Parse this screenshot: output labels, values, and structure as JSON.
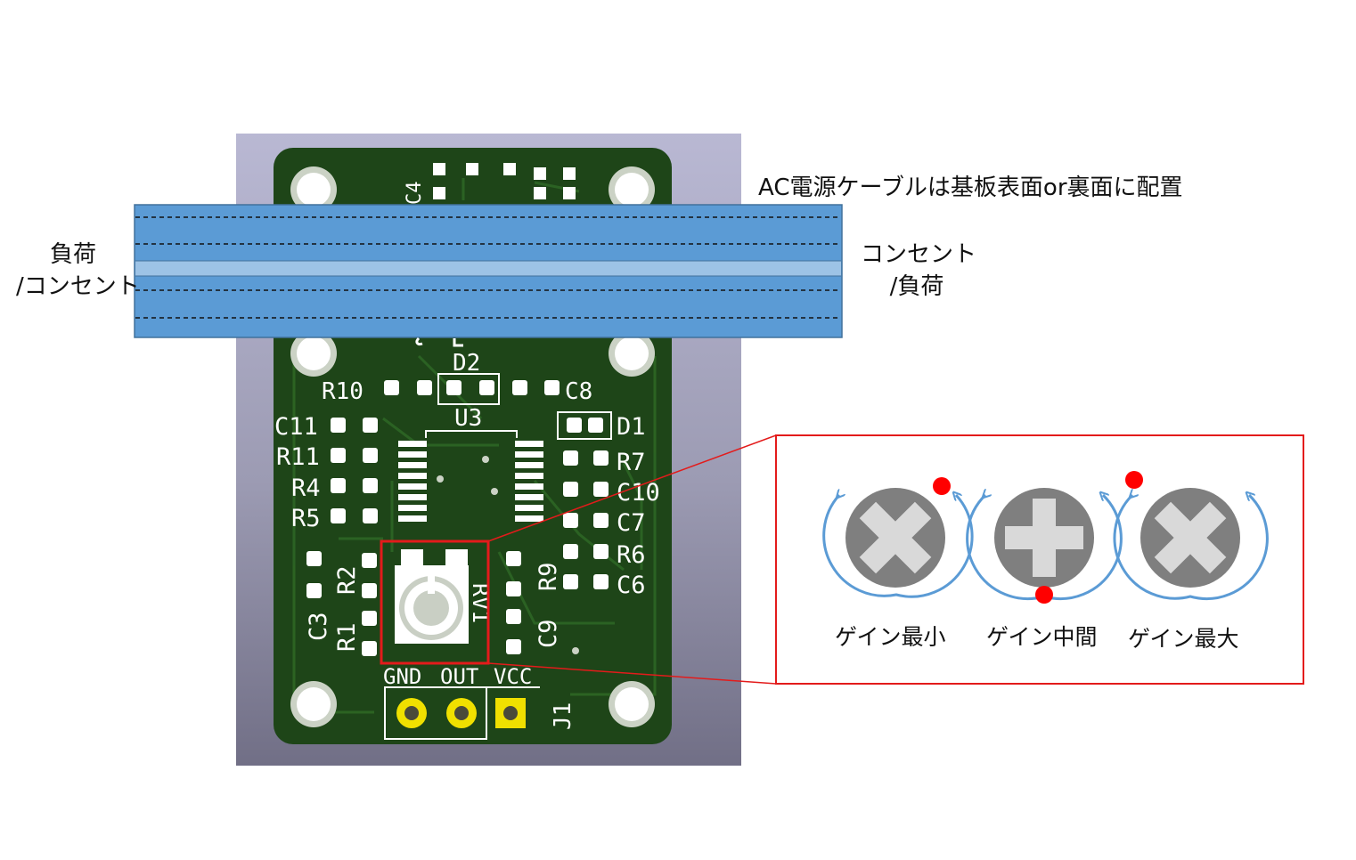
{
  "notes": {
    "cable_placement": "AC電源ケーブルは基板表面or裏面に配置",
    "left_end_line1": "負荷",
    "left_end_line2": "/コンセント",
    "right_end_line1": "コンセント",
    "right_end_line2": "/負荷"
  },
  "board": {
    "silkscreen": {
      "c4": "C4",
      "d2": "D2",
      "r10": "R10",
      "c8": "C8",
      "u3": "U3",
      "d1": "D1",
      "c11": "C11",
      "r11": "R11",
      "r4": "R4",
      "r5": "R5",
      "r7": "R7",
      "c10": "C10",
      "c7": "C7",
      "r6": "R6",
      "c6": "C6",
      "r2": "R2",
      "r9": "R9",
      "rv1": "RV1",
      "c3": "C3",
      "r1": "R1",
      "c9": "C9",
      "gnd": "GND",
      "out": "OUT",
      "vcc": "VCC",
      "j1": "J1"
    }
  },
  "callout": {
    "positions": [
      {
        "label": "ゲイン最小"
      },
      {
        "label": "ゲイン中間"
      },
      {
        "label": "ゲイン最大"
      }
    ]
  },
  "colors": {
    "board_bg": "#b0afc9",
    "pcb_green": "#1e4518",
    "cable_blue": "#5b9bd5",
    "cable_light": "#9dc3e6",
    "highlight_red": "#e31b1b",
    "arrow_blue": "#5b9bd5",
    "knob_gray": "#7f7f7f",
    "pad_yellow": "#f0e000"
  }
}
